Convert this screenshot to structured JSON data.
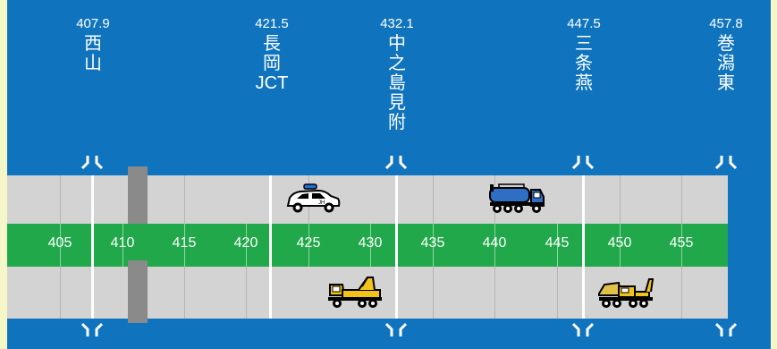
{
  "interchanges": [
    {
      "km": "407.9",
      "name": "西\n山"
    },
    {
      "km": "421.5",
      "name": "長\n岡\nJCT"
    },
    {
      "km": "432.1",
      "name": "中\n之\n島\n見\n附"
    },
    {
      "km": "447.5",
      "name": "三\n条\n燕"
    },
    {
      "km": "457.8",
      "name": "巻\n潟\n東"
    }
  ],
  "km_markers": [
    "405",
    "410",
    "415",
    "420",
    "425",
    "430",
    "435",
    "440",
    "445",
    "450",
    "455"
  ],
  "vehicles": [
    {
      "type": "patrol-car",
      "lane": "top"
    },
    {
      "type": "tank-truck",
      "lane": "top"
    },
    {
      "type": "tow-truck",
      "lane": "bottom"
    },
    {
      "type": "sweeper-truck",
      "lane": "bottom"
    }
  ],
  "colors": {
    "panel": "#0f74bd",
    "road": "#d3d3d3",
    "median": "#21a84a",
    "closure": "#8a8a8a",
    "background": "#f5f7c8"
  }
}
